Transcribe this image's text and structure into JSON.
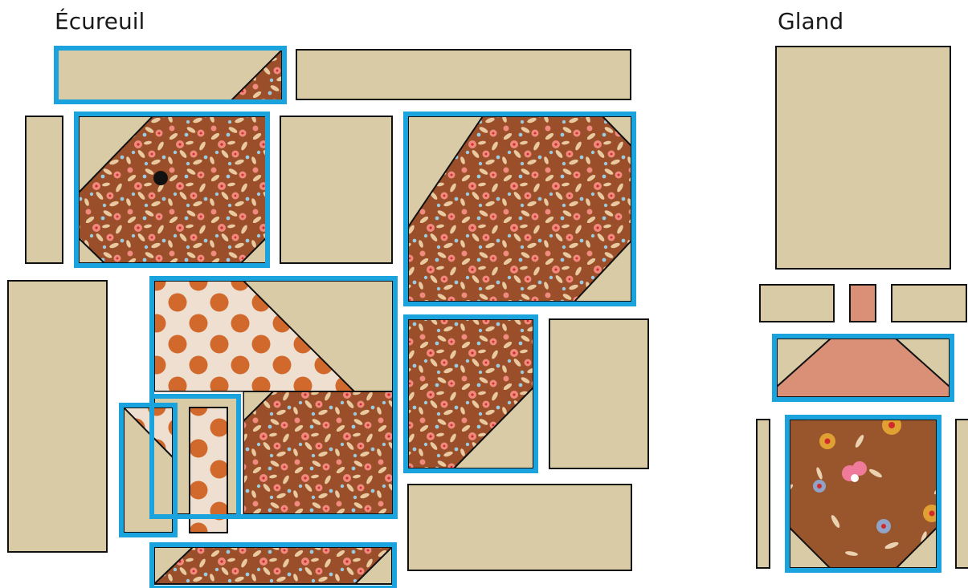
{
  "left_title": "Écureuil",
  "right_title": "Gland",
  "colors": {
    "background_fabric": "#d8cba6",
    "outline": "#111111",
    "block_highlight": "#1ba3dd",
    "floral_brown": "#9a4f2a",
    "polka_base": "#efdfd0",
    "polka_dot": "#d1692c",
    "acorn_salmon": "#d99077",
    "eye": "#111111"
  },
  "icons": {
    "floral_fabric": "small-flower-print",
    "large_floral_fabric": "large-flower-print",
    "polka_fabric": "polka-dot-print",
    "squirrel_eye": "dot"
  }
}
